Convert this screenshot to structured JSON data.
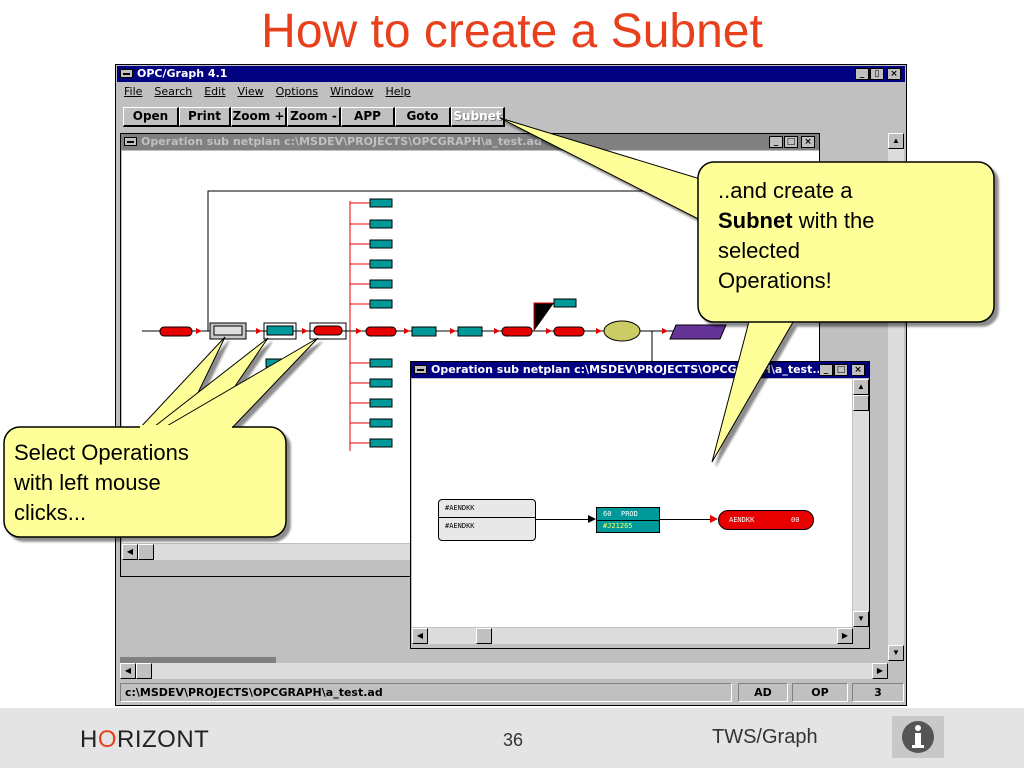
{
  "slide": {
    "title": "How to create a Subnet",
    "footer_logo_h": "H",
    "footer_logo_o": "O",
    "footer_logo_rest": "RIZONT",
    "page_number": "36",
    "product": "TWS/Graph",
    "info_icon": "info-icon"
  },
  "app": {
    "title": "OPC/Graph 4.1",
    "menu": [
      "File",
      "Search",
      "Edit",
      "View",
      "Options",
      "Window",
      "Help"
    ],
    "toolbar": {
      "open": "Open",
      "print": "Print",
      "zoom_in": "Zoom +",
      "zoom_out": "Zoom -",
      "app": "APP",
      "goto": "Goto",
      "subnet": "Subnet"
    },
    "status": {
      "path": "c:\\MSDEV\\PROJECTS\\OPCGRAPH\\a_test.ad",
      "ad": "AD",
      "op": "OP",
      "count": "3"
    }
  },
  "window1": {
    "title": "Operation sub netplan c:\\MSDEV\\PROJECTS\\OPCGRAPH\\a_test.ad"
  },
  "window2": {
    "title": "Operation sub netplan c:\\MSDEV\\PROJECTS\\OPCGRAPH\\a_test...",
    "node1": {
      "line1": "#AENDKK",
      "line2": "#AENDKK"
    },
    "node2": {
      "line1": "60",
      "line1b": "PROD",
      "line2": "#J21265"
    },
    "node3": {
      "line1": "AENDKK",
      "line1b": "00"
    }
  },
  "callouts": {
    "subnet_text_pre": "..and create a",
    "subnet_bold": "Subnet",
    "subnet_text_mid": "with the",
    "subnet_text_l3": "selected",
    "subnet_text_l4": "Operations!",
    "select_l1": "Select Operations",
    "select_l2": "with left mouse",
    "select_l3": "clicks..."
  },
  "colors": {
    "title": "#e8401c",
    "callout_fill": "#ffff99",
    "node_red": "#e60000",
    "node_teal": "#009999",
    "titlebar": "#000080"
  }
}
